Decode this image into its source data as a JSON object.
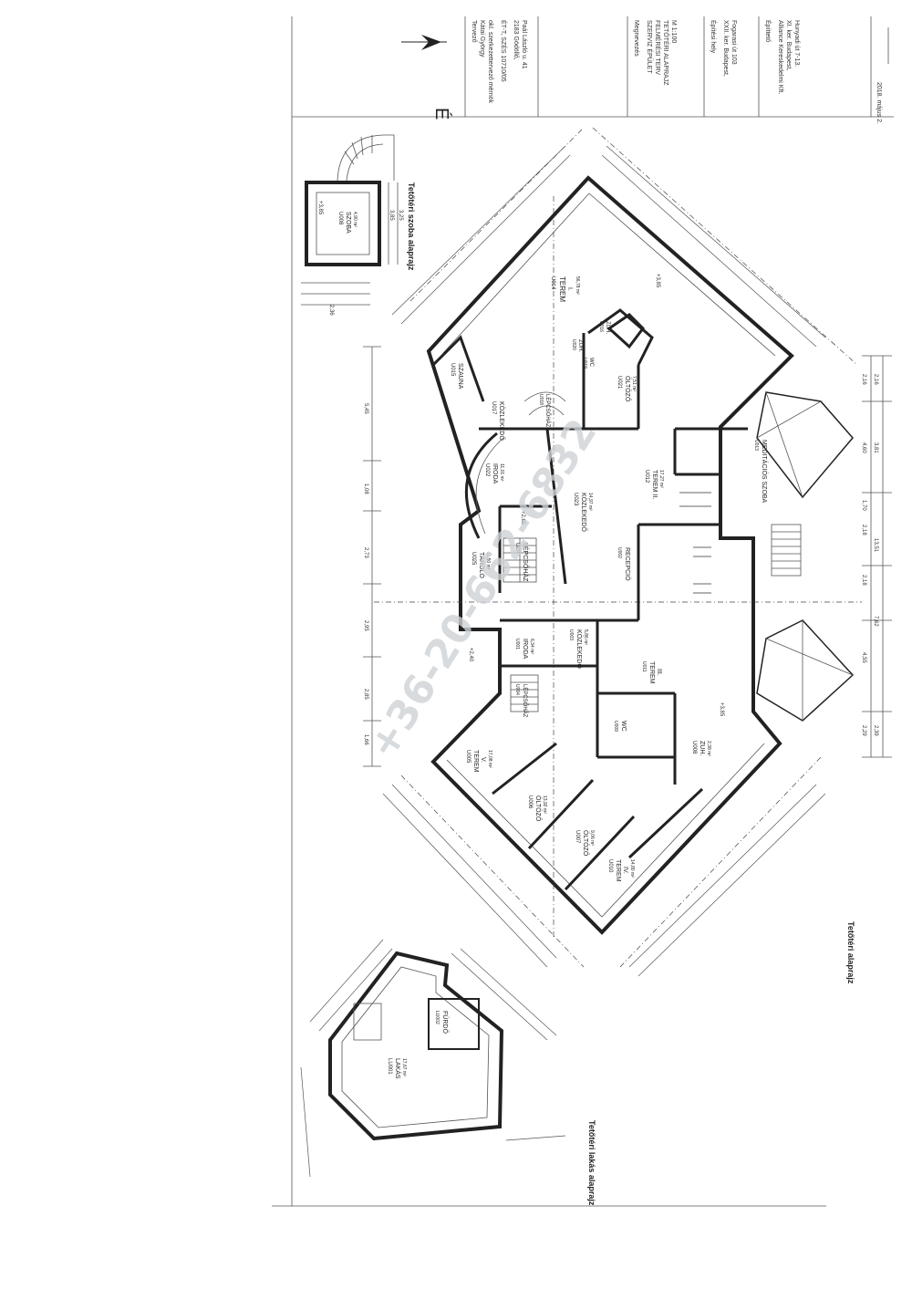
{
  "watermark": "+36-20-662-6832",
  "titles": {
    "attic_room_plan": "Tetőtéri szoba alaprajz",
    "attic_plan": "Tetőtéri alaprajz",
    "attic_apartment_plan": "Tetőtéri lakás alaprajz"
  },
  "title_block": {
    "designer_head": "Tervező",
    "designer_name": "Kátai György",
    "designer_role": "okl. szerkezettervező mérnök",
    "designer_reg": "ÉT-T, SZÉS 10710/05",
    "designer_addr1": "2183 Gödöllő,",
    "designer_addr2": "Paál László u. 41",
    "subject_head": "Megnevezés",
    "subject_line1": "SZERVIZ ÉPÜLET",
    "subject_line2": "FELMÉRÉSI TERV",
    "subject_line3": "TETŐTÉRI ALAPRAJZ",
    "subject_scale": "M 1:100",
    "location_head": "Építési hely",
    "location_line1": "XXII. ker. Budapest,",
    "location_line2": "Fogarasi út 103",
    "client_head": "Építtető",
    "client_line1": "Alliance Kereskedelmi Kft.",
    "client_line2": "XI. ker. Budapest,",
    "client_line3": "Hunyadi út 7-13.",
    "date": "2018. május 2.",
    "sheet": "É"
  },
  "rooms": {
    "r008": [
      "U008",
      "SZOBA",
      "4,90 m²"
    ],
    "r014": [
      "U014",
      "TEREM",
      "I.",
      "56,78 m²"
    ],
    "r015": [
      "U015",
      "SZAUNA"
    ],
    "r016": [
      "U016",
      "ZUH."
    ],
    "r017": [
      "U017",
      "KÖZLEKEDŐ"
    ],
    "r018": [
      "U018",
      "LÉPCSŐHÁZ"
    ],
    "r019": [
      "U019",
      "WC"
    ],
    "r020": [
      "U020",
      "ZUH."
    ],
    "r021": [
      "U021",
      "ÖLTÖZŐ",
      "7,51 m²"
    ],
    "r022": [
      "U022",
      "IRODA",
      "11,01 m²"
    ],
    "r023": [
      "U023",
      "KÖZLEKEDŐ",
      "14,97 m²"
    ],
    "r012": [
      "U012",
      "TEREM II.",
      "17,27 m²"
    ],
    "r013": [
      "U013",
      "MEDITÁCIÓS SZOBA"
    ],
    "r024": [
      "U024",
      "LÉPCSŐHÁZ"
    ],
    "r025": [
      "U025",
      "TÁROLÓ",
      "11,50 m²"
    ],
    "r002": [
      "U002",
      "RECEPCIÓ"
    ],
    "r001": [
      "U001",
      "IRODA",
      "6,34 m²"
    ],
    "r003": [
      "U003",
      "KÖZLEKEDŐ",
      "5,86 m²"
    ],
    "r011": [
      "U011",
      "TEREM",
      "III."
    ],
    "r004": [
      "U004",
      "LÉPCSŐHÁZ"
    ],
    "r005": [
      "U005",
      "TEREM",
      "V.",
      "17,08 m²"
    ],
    "r009": [
      "U009",
      "WC"
    ],
    "r008b": [
      "U008",
      "ZUH.",
      "2,38 m²"
    ],
    "r006": [
      "U006",
      "ÖLTÖZŐ",
      "13,92 m²"
    ],
    "r007": [
      "U007",
      "ÖLTÖZŐ",
      "9,06 m²"
    ],
    "r010": [
      "U010",
      "TEREM",
      "IV.",
      "14,80 m²"
    ],
    "l001": [
      "LU001",
      "LAKÁS",
      "17,67 m²"
    ],
    "l002": [
      "LU002",
      "FÜRDŐ"
    ]
  },
  "dimensions": {
    "left_col": [
      "5,45",
      "1,08",
      "2,73",
      "2,95",
      "2,85",
      "1,66"
    ],
    "right_col": [
      "2,16",
      "4,60",
      "3,81",
      "1,70",
      "2,18",
      "13,51",
      "2,18",
      "4,55",
      "7,62",
      "2,29",
      "2,39"
    ],
    "room_top": [
      "3,85",
      "3,25",
      "2,36"
    ],
    "heights": [
      "+2,65",
      "+3,85",
      "+2,40"
    ]
  }
}
